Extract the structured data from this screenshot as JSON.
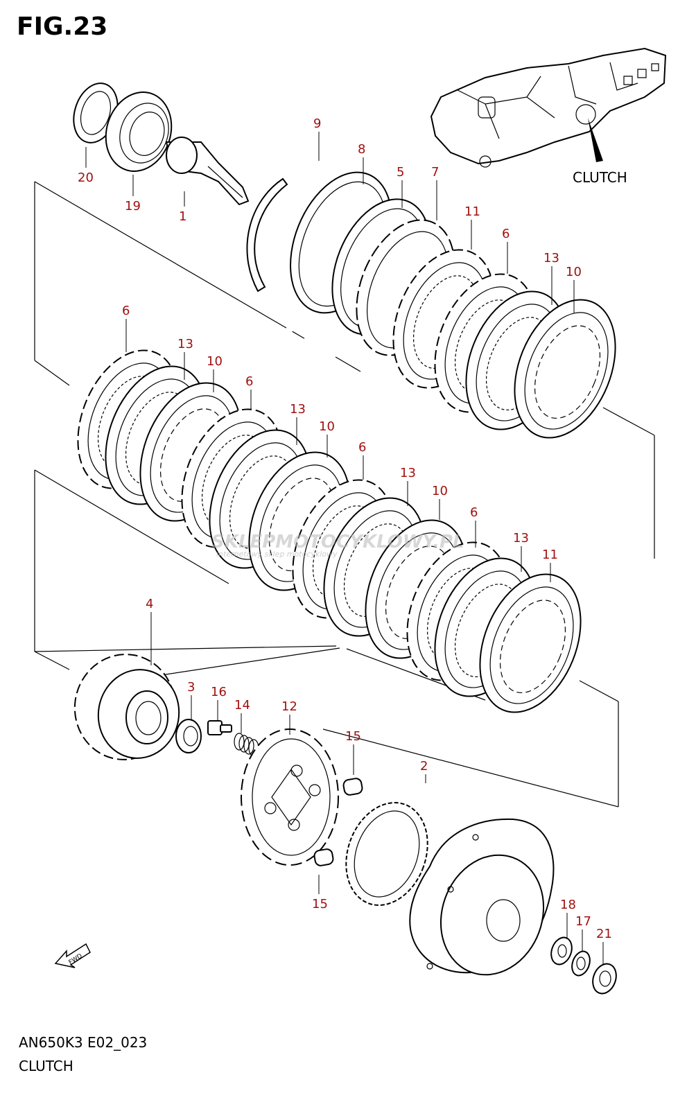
{
  "figure": {
    "title": "FIG.23"
  },
  "assembly_label": "CLUTCH",
  "callouts": [
    {
      "id": "c20",
      "text": "20"
    },
    {
      "id": "c19",
      "text": "19"
    },
    {
      "id": "c1",
      "text": "1"
    },
    {
      "id": "c9",
      "text": "9"
    },
    {
      "id": "c8",
      "text": "8"
    },
    {
      "id": "c5",
      "text": "5"
    },
    {
      "id": "c7",
      "text": "7"
    },
    {
      "id": "c11a",
      "text": "11"
    },
    {
      "id": "c6a",
      "text": "6"
    },
    {
      "id": "c13a",
      "text": "13"
    },
    {
      "id": "c10a",
      "text": "10"
    },
    {
      "id": "c6b",
      "text": "6"
    },
    {
      "id": "c13b",
      "text": "13"
    },
    {
      "id": "c10b",
      "text": "10"
    },
    {
      "id": "c6c",
      "text": "6"
    },
    {
      "id": "c13c",
      "text": "13"
    },
    {
      "id": "c10c",
      "text": "10"
    },
    {
      "id": "c6d",
      "text": "6"
    },
    {
      "id": "c13d",
      "text": "13"
    },
    {
      "id": "c10d",
      "text": "10"
    },
    {
      "id": "c6e",
      "text": "6"
    },
    {
      "id": "c13e",
      "text": "13"
    },
    {
      "id": "c11b",
      "text": "11"
    },
    {
      "id": "c4",
      "text": "4"
    },
    {
      "id": "c3",
      "text": "3"
    },
    {
      "id": "c16",
      "text": "16"
    },
    {
      "id": "c14",
      "text": "14"
    },
    {
      "id": "c12",
      "text": "12"
    },
    {
      "id": "c15a",
      "text": "15"
    },
    {
      "id": "c2",
      "text": "2"
    },
    {
      "id": "c15b",
      "text": "15"
    },
    {
      "id": "c18",
      "text": "18"
    },
    {
      "id": "c17",
      "text": "17"
    },
    {
      "id": "c21",
      "text": "21"
    }
  ],
  "fwd_icon": {
    "text": "FWD"
  },
  "watermark": {
    "line1": "SKLEPMOTOCYKLOWY.PL",
    "line2": "internetowy sklep motocyklowy"
  },
  "footer": {
    "code": "AN650K3 E02_023",
    "name": "CLUTCH"
  }
}
